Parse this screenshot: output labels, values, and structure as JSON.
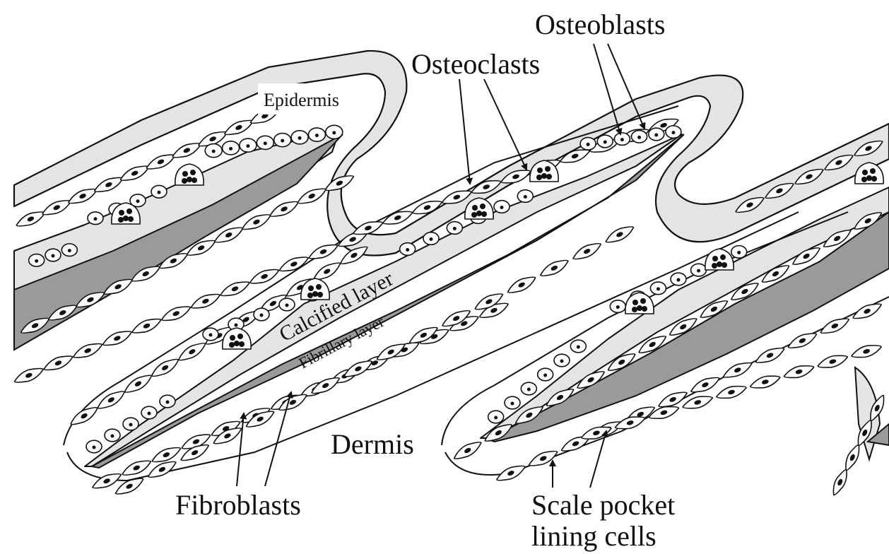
{
  "labels": {
    "epidermis": "Epidermis",
    "osteoclasts": "Osteoclasts",
    "osteoblasts": "Osteoblasts",
    "calcified_layer": "Calcified layer",
    "fibrillary_layer": "Fibrillary layer",
    "dermis": "Dermis",
    "fibroblasts": "Fibroblasts",
    "scale_pocket_line1": "Scale pocket",
    "scale_pocket_line2": "lining cells"
  },
  "colors": {
    "stipple_fill": "#e6e6e6",
    "fibrillary_fill": "#9a9a9a",
    "outline": "#111111",
    "background": "#ffffff"
  }
}
